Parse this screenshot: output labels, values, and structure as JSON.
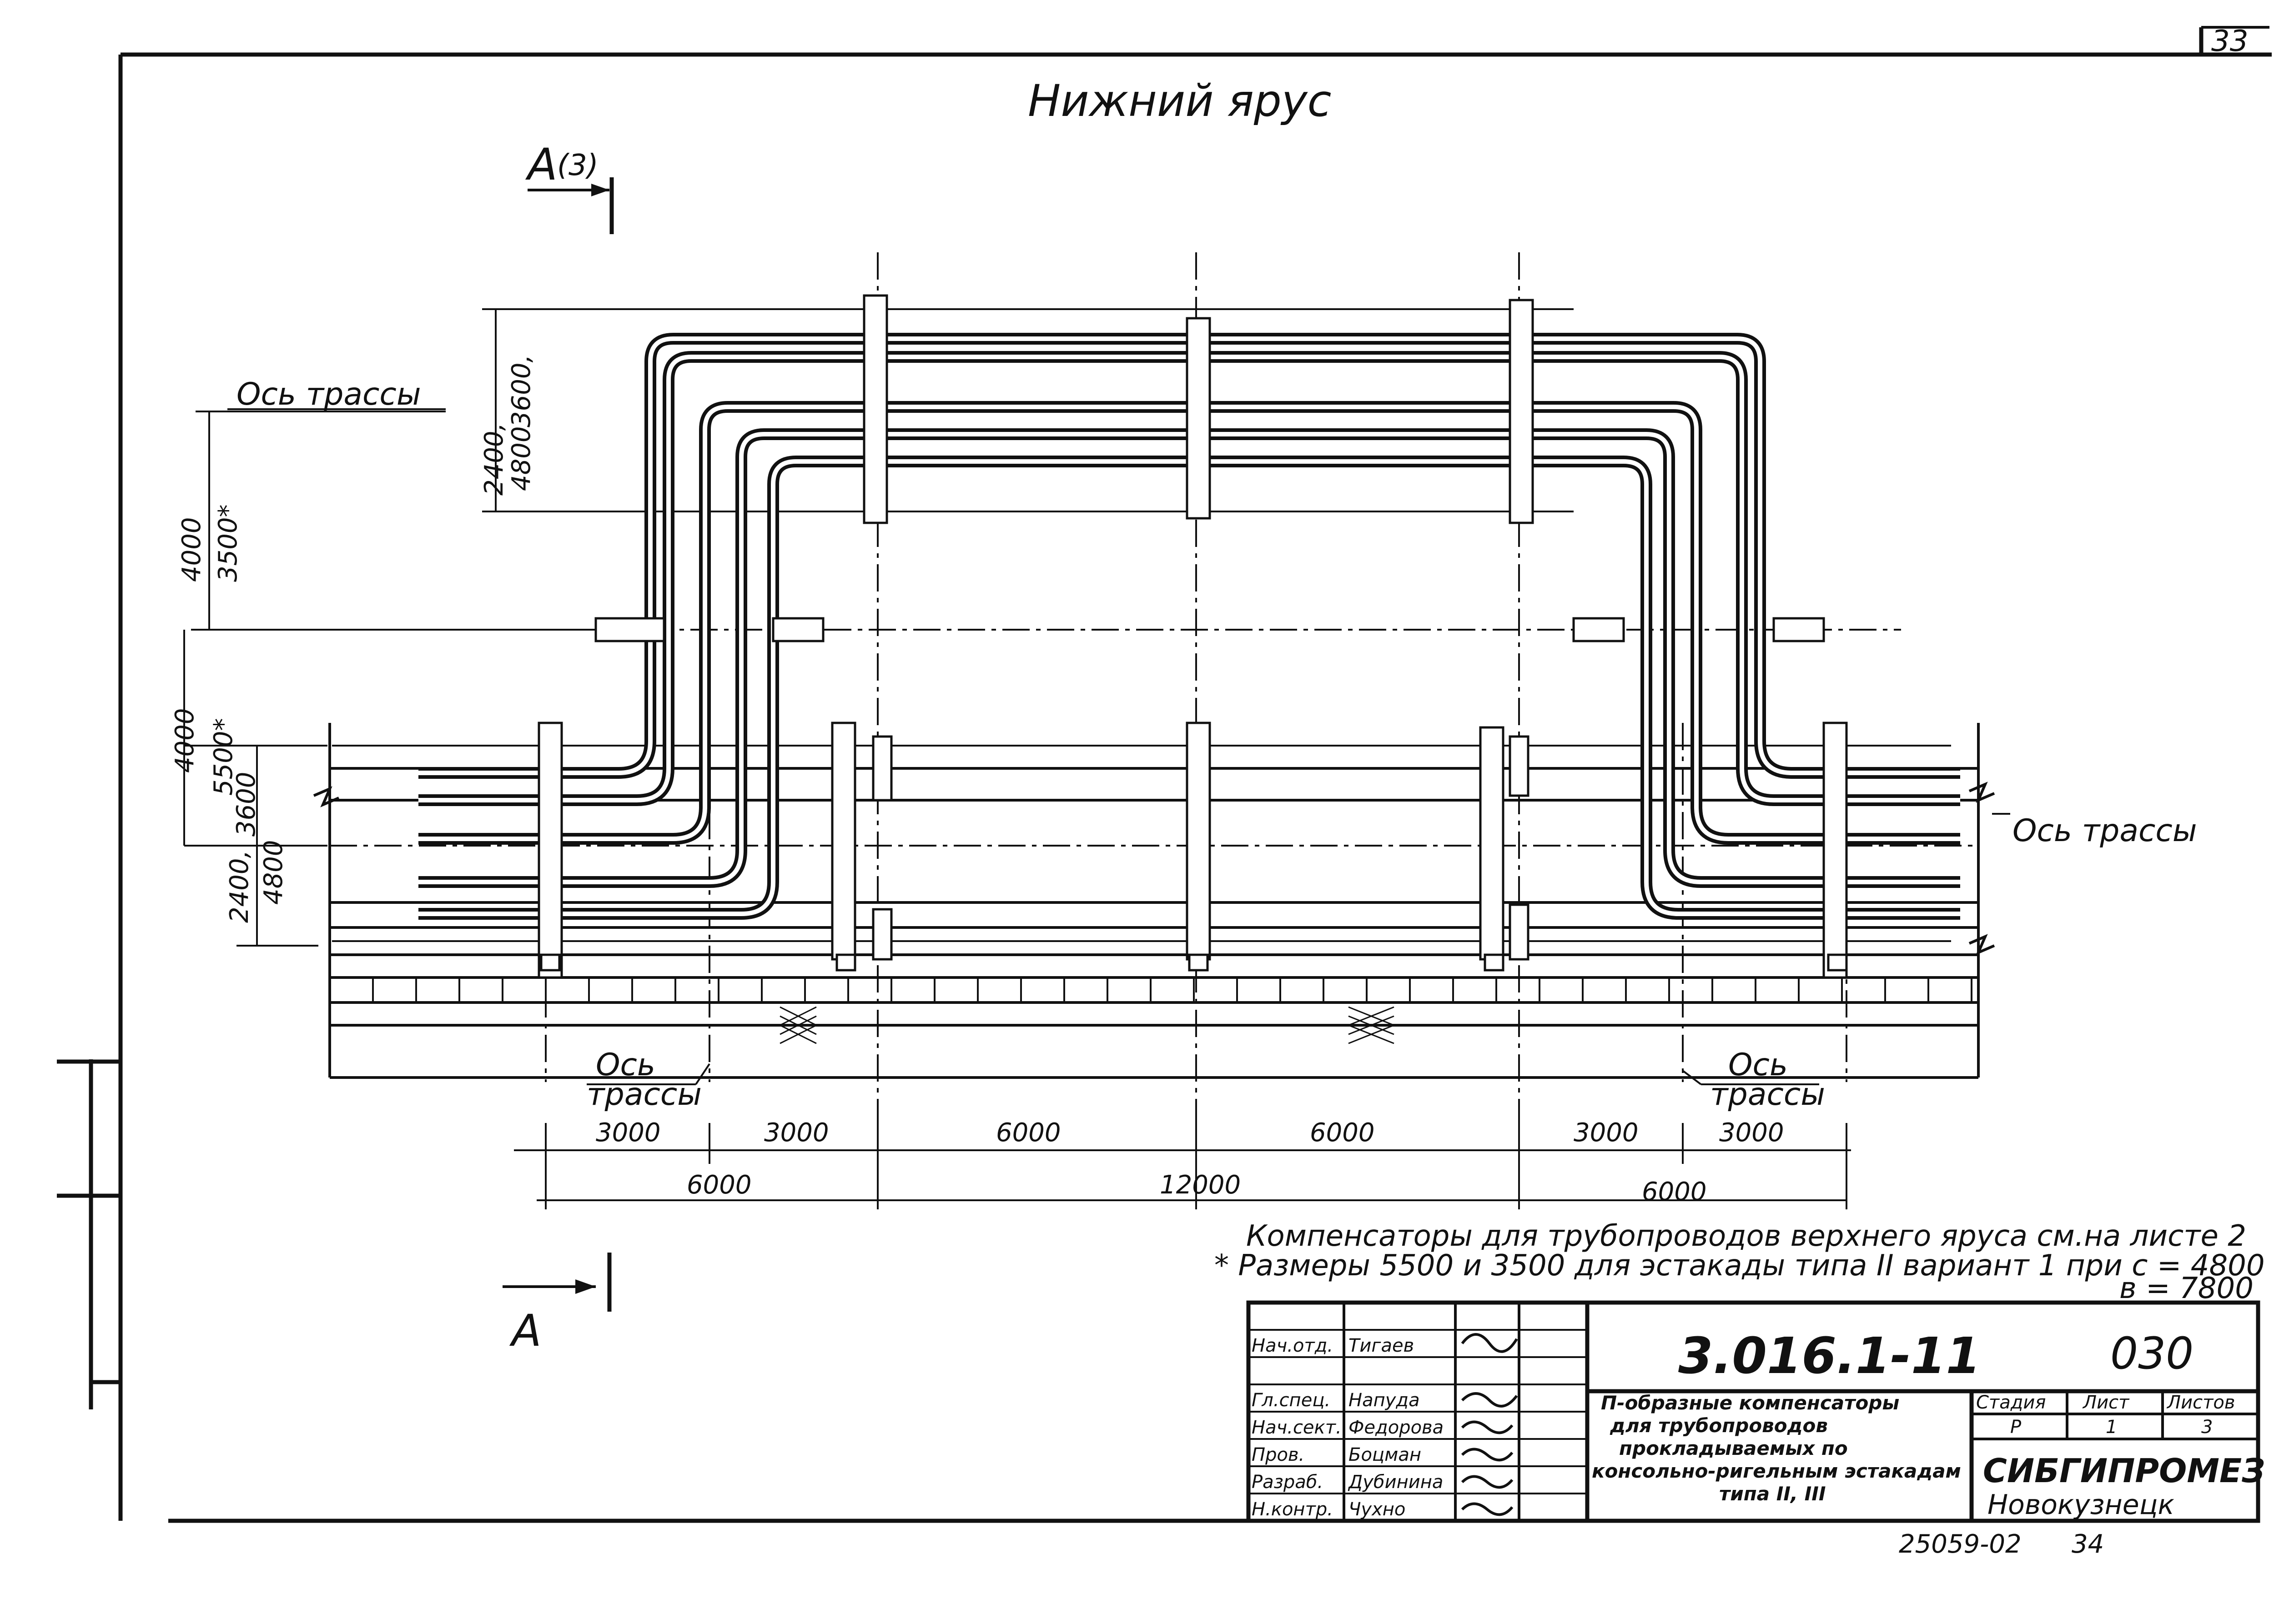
{
  "sheet": {
    "sheet_number": "33",
    "title": "Нижний ярус"
  },
  "sections": {
    "top_label": "А",
    "top_ref": "(3)",
    "bottom_label": "А"
  },
  "axis_labels": {
    "left_upper": "Ось трассы",
    "right_mid": "Ось трассы",
    "bottom_left_line1": "Ось",
    "bottom_left_line2": "трассы",
    "bottom_right_line1": "Ось",
    "bottom_right_line2": "трассы"
  },
  "left_dimensions": {
    "upper_a": "4000",
    "upper_b": "3500*",
    "lower_a": "4000",
    "lower_b": "5500*",
    "lower_c": "3600",
    "lower_d": "2400,",
    "lower_e": "4800"
  },
  "top_dimensions": {
    "a": "2400,",
    "b": "3600,",
    "c": "4800"
  },
  "bottom_dimensions": {
    "row1": [
      "3000",
      "3000",
      "6000",
      "6000",
      "3000",
      "3000"
    ],
    "row2": [
      "6000",
      "12000",
      "6000"
    ]
  },
  "notes": {
    "line1": "Компенсаторы для трубопроводов верхнего яруса см.на листе 2",
    "line2": "* Размеры 5500 и 3500 для эстакады типа II вариант 1 при с = 4800",
    "line3": "в = 7800"
  },
  "title_block": {
    "code": "3.016.1-11",
    "number": "030",
    "description": [
      "П-образные компенсаторы",
      "для трубопроводов",
      "прокладываемых по",
      "консольно-ригельным эстакадам",
      "типа II, III"
    ],
    "stage_header": "Стадия",
    "sheet_header": "Лист",
    "sheets_header": "Листов",
    "stage_value": "Р",
    "sheet_value": "1",
    "sheets_value": "3",
    "organization": "СИБГИПРОМЕЗ",
    "city": "Новокузнецк",
    "signatures": [
      {
        "role": "Нач.отд.",
        "name": "Тигаев"
      },
      {
        "role": "Гл.спец.",
        "name": "Напуда"
      },
      {
        "role": "Нач.сект.",
        "name": "Федорова"
      },
      {
        "role": "Пров.",
        "name": "Боцман"
      },
      {
        "role": "Разраб.",
        "name": "Дубинина"
      },
      {
        "role": "Н.контр.",
        "name": "Чухно"
      }
    ]
  },
  "archive": {
    "number": "25059-02",
    "page": "34"
  }
}
